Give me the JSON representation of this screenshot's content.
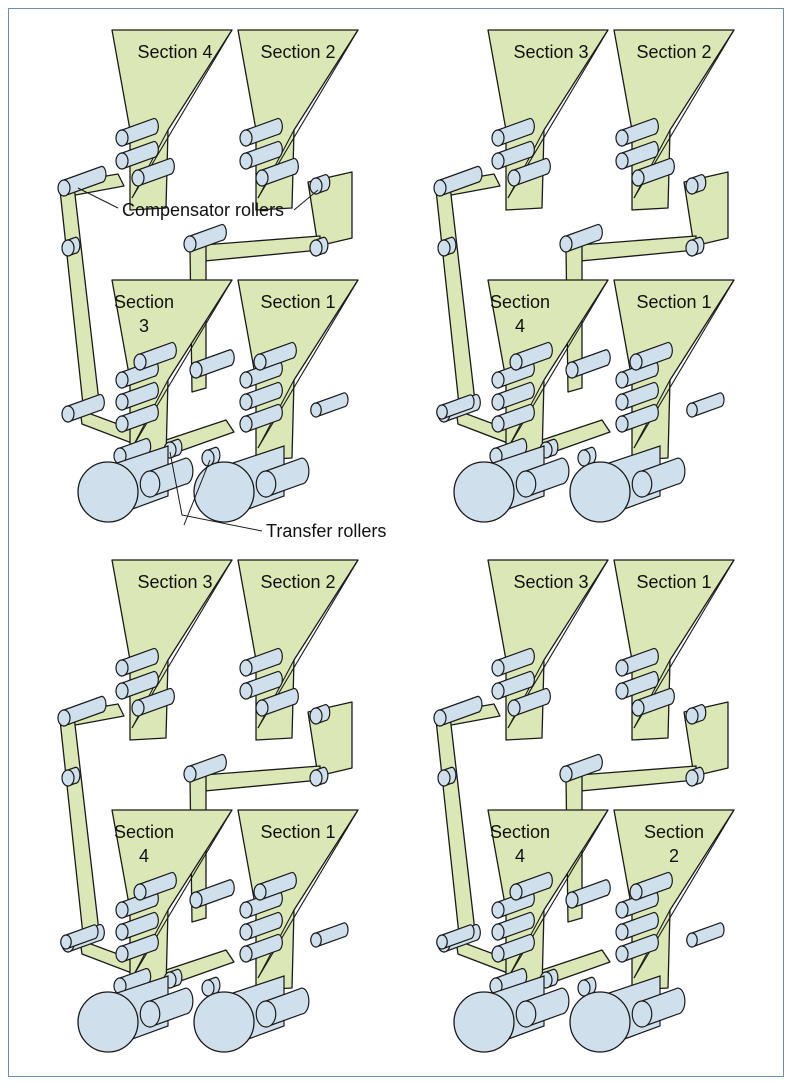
{
  "colors": {
    "paper_web": "#dbe8b5",
    "roller": "#cfe0ec",
    "outline": "#1a1a1a",
    "frame_border": "#6a8fb0"
  },
  "panels": [
    {
      "id": "top-left",
      "upper": [
        "Section 4",
        "Section 2"
      ],
      "lower": [
        [
          "Section",
          "3"
        ],
        [
          "Section 1"
        ]
      ]
    },
    {
      "id": "top-right",
      "upper": [
        "Section 3",
        "Section 2"
      ],
      "lower": [
        [
          "Section",
          "4"
        ],
        [
          "Section 1"
        ]
      ]
    },
    {
      "id": "bottom-left",
      "upper": [
        "Section 3",
        "Section 2"
      ],
      "lower": [
        [
          "Section",
          "4"
        ],
        [
          "Section 1"
        ]
      ]
    },
    {
      "id": "bottom-right",
      "upper": [
        "Section 3",
        "Section 1"
      ],
      "lower": [
        [
          "Section",
          "4"
        ],
        [
          "Section",
          "2"
        ]
      ]
    }
  ],
  "callouts": {
    "compensator": "Compensator rollers",
    "transfer": "Transfer rollers"
  }
}
